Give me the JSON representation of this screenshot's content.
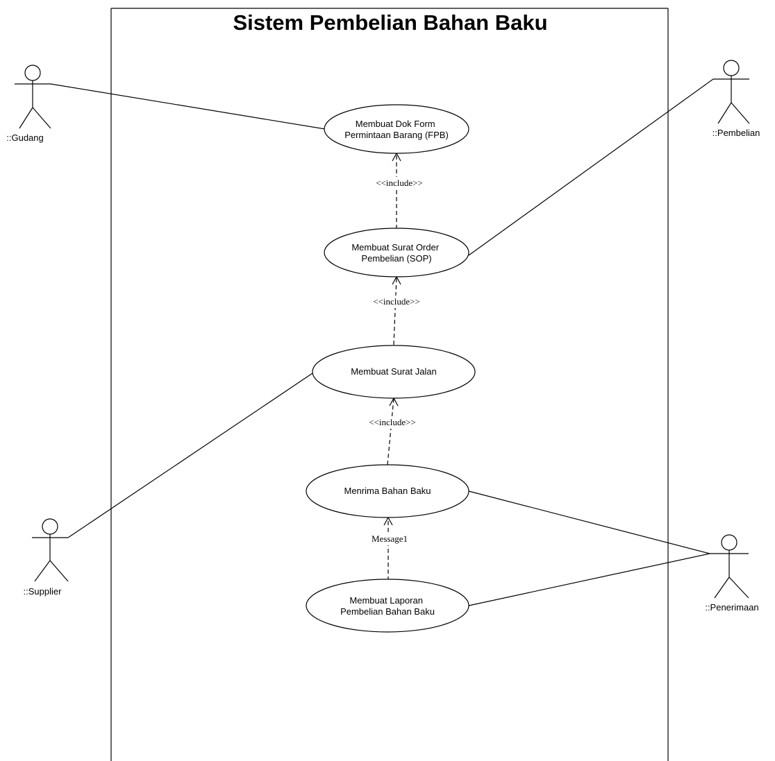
{
  "system": {
    "title": "Sistem Pembelian Bahan Baku"
  },
  "actors": {
    "gudang": "::Gudang",
    "pembelian": "::Pembelian",
    "supplier": "::Supplier",
    "penerimaan": "::Penerimaan"
  },
  "usecases": {
    "fpb": [
      "Membuat Dok Form",
      "Permintaan Barang (FPB)"
    ],
    "sop": [
      "Membuat Surat Order",
      "Pembelian (SOP)"
    ],
    "surat_jalan": [
      "Membuat Surat Jalan"
    ],
    "terima": [
      "Menrima Bahan Baku"
    ],
    "laporan": [
      "Membuat Laporan",
      "Pembelian Bahan Baku"
    ]
  },
  "relations": {
    "include_1": "<<include>>",
    "include_2": "<<include>>",
    "include_3": "<<include>>",
    "message_1": "Message1"
  }
}
